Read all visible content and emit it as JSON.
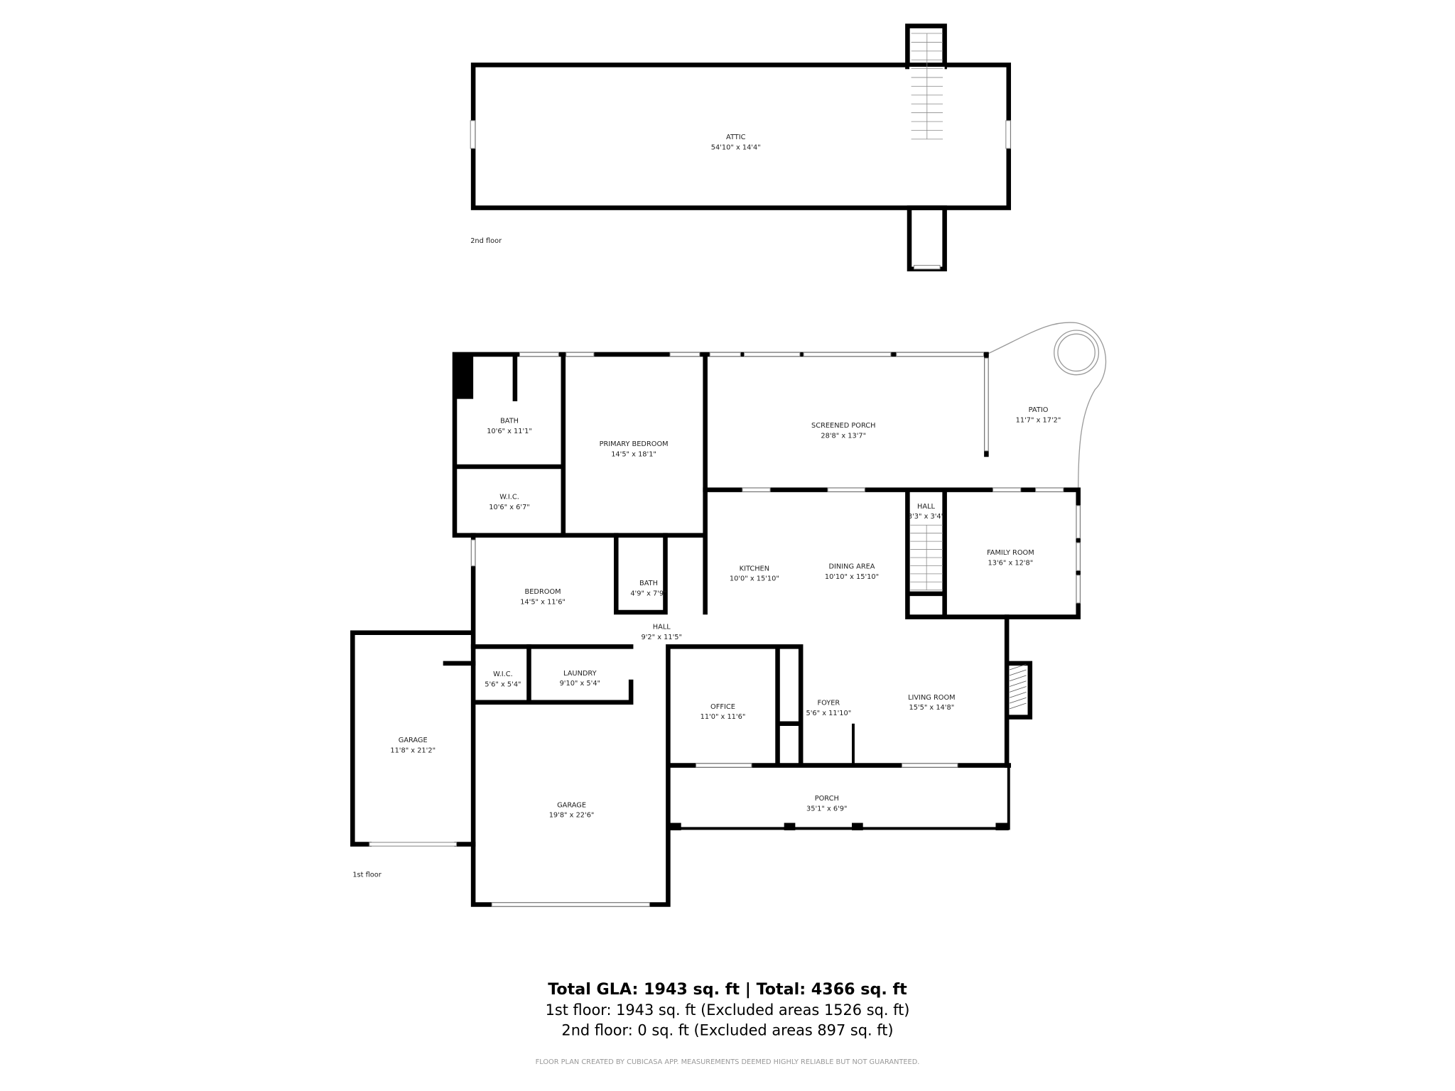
{
  "second_floor": {
    "label": "2nd floor",
    "rooms": [
      {
        "name": "ATTIC",
        "dims": "54'10\" x 14'4\""
      }
    ]
  },
  "first_floor": {
    "label": "1st floor",
    "rooms": [
      {
        "name": "BATH",
        "dims": "10'6\" x 11'1\""
      },
      {
        "name": "PRIMARY BEDROOM",
        "dims": "14'5\" x 18'1\""
      },
      {
        "name": "SCREENED PORCH",
        "dims": "28'8\" x 13'7\""
      },
      {
        "name": "PATIO",
        "dims": "11'7\" x 17'2\""
      },
      {
        "name": "W.I.C.",
        "dims": "10'6\" x 6'7\""
      },
      {
        "name": "HALL",
        "dims": "3'3\" x 3'4\""
      },
      {
        "name": "FAMILY ROOM",
        "dims": "13'6\" x 12'8\""
      },
      {
        "name": "KITCHEN",
        "dims": "10'0\" x 15'10\""
      },
      {
        "name": "DINING AREA",
        "dims": "10'10\" x 15'10\""
      },
      {
        "name": "BEDROOM",
        "dims": "14'5\" x 11'6\""
      },
      {
        "name": "BATH",
        "dims": "4'9\" x 7'9\""
      },
      {
        "name": "HALL",
        "dims": "9'2\" x 11'5\""
      },
      {
        "name": "W.I.C.",
        "dims": "5'6\" x 5'4\""
      },
      {
        "name": "LAUNDRY",
        "dims": "9'10\" x 5'4\""
      },
      {
        "name": "OFFICE",
        "dims": "11'0\" x 11'6\""
      },
      {
        "name": "FOYER",
        "dims": "5'6\" x 11'10\""
      },
      {
        "name": "LIVING ROOM",
        "dims": "15'5\" x 14'8\""
      },
      {
        "name": "GARAGE",
        "dims": "11'8\" x 21'2\""
      },
      {
        "name": "GARAGE",
        "dims": "19'8\" x 22'6\""
      },
      {
        "name": "PORCH",
        "dims": "35'1\" x 6'9\""
      }
    ]
  },
  "summary": {
    "total": "Total GLA: 1943 sq. ft | Total: 4366 sq. ft",
    "first": "1st floor: 1943 sq. ft (Excluded areas 1526 sq. ft)",
    "second": "2nd floor: 0 sq. ft (Excluded areas 897 sq. ft)"
  },
  "footer": "FLOOR PLAN CREATED BY CUBICASA APP. MEASUREMENTS DEEMED HIGHLY RELIABLE BUT NOT GUARANTEED."
}
